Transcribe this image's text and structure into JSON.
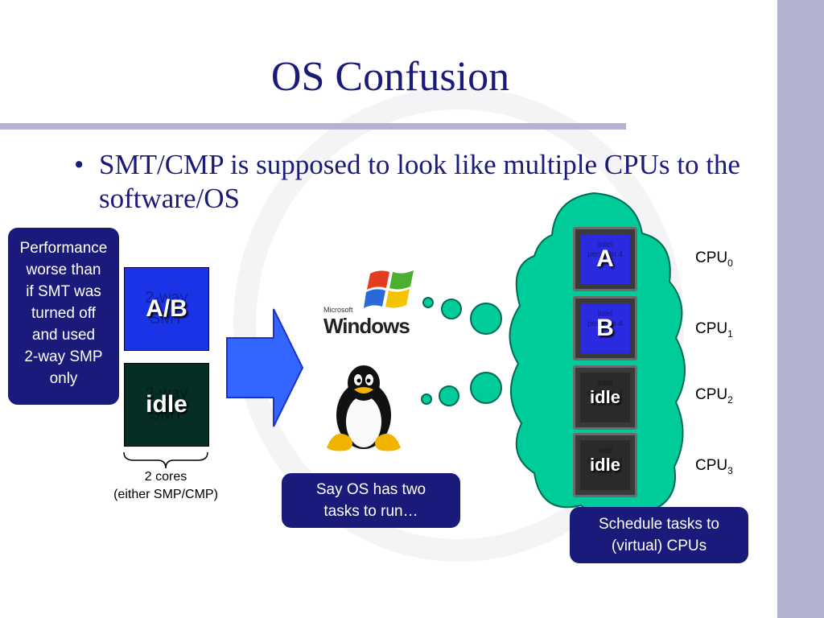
{
  "slide": {
    "title": "OS Confusion",
    "bullet": "SMT/CMP is supposed to look like multiple CPUs to the software/OS"
  },
  "callouts": {
    "performance": [
      "Performance",
      "worse than",
      "if SMT was",
      "turned off",
      "and used",
      "2-way SMP",
      "only"
    ],
    "say_os": [
      "Say OS has two",
      "tasks to run…"
    ],
    "schedule": [
      "Schedule tasks to",
      "(virtual) CPUs"
    ]
  },
  "physical_cores": [
    {
      "label": "A/B",
      "faint": [
        "2-way",
        "SMT"
      ],
      "color": "#1a33e6"
    },
    {
      "label": "idle",
      "faint": [
        "2-way",
        "SMT"
      ],
      "color": "#062e25"
    }
  ],
  "brace_label": [
    "2 cores",
    "(either SMP/CMP)"
  ],
  "os_logos": {
    "windows_small": "Microsoft",
    "windows": "Windows",
    "linux": "linux-penguin-icon"
  },
  "virtual_cpus": [
    {
      "task": "A",
      "cpu": "CPU",
      "index": "0",
      "mark": [
        "intel",
        "pentium 4"
      ],
      "color": "#2a2ae0"
    },
    {
      "task": "B",
      "cpu": "CPU",
      "index": "1",
      "mark": [
        "intel",
        "pentium 4"
      ],
      "color": "#2a2ae0"
    },
    {
      "task": "idle",
      "cpu": "CPU",
      "index": "2",
      "mark": [
        "intel",
        "pentium 4"
      ],
      "color": "#2a2a2a"
    },
    {
      "task": "idle",
      "cpu": "CPU",
      "index": "3",
      "mark": [
        "intel",
        "pentium 4"
      ],
      "color": "#2a2a2a"
    }
  ],
  "colors": {
    "navy": "#1a1a7a",
    "cloud": "#00cc99",
    "arrow": "#3366ff",
    "accent_bar": "#b3b3d1"
  }
}
